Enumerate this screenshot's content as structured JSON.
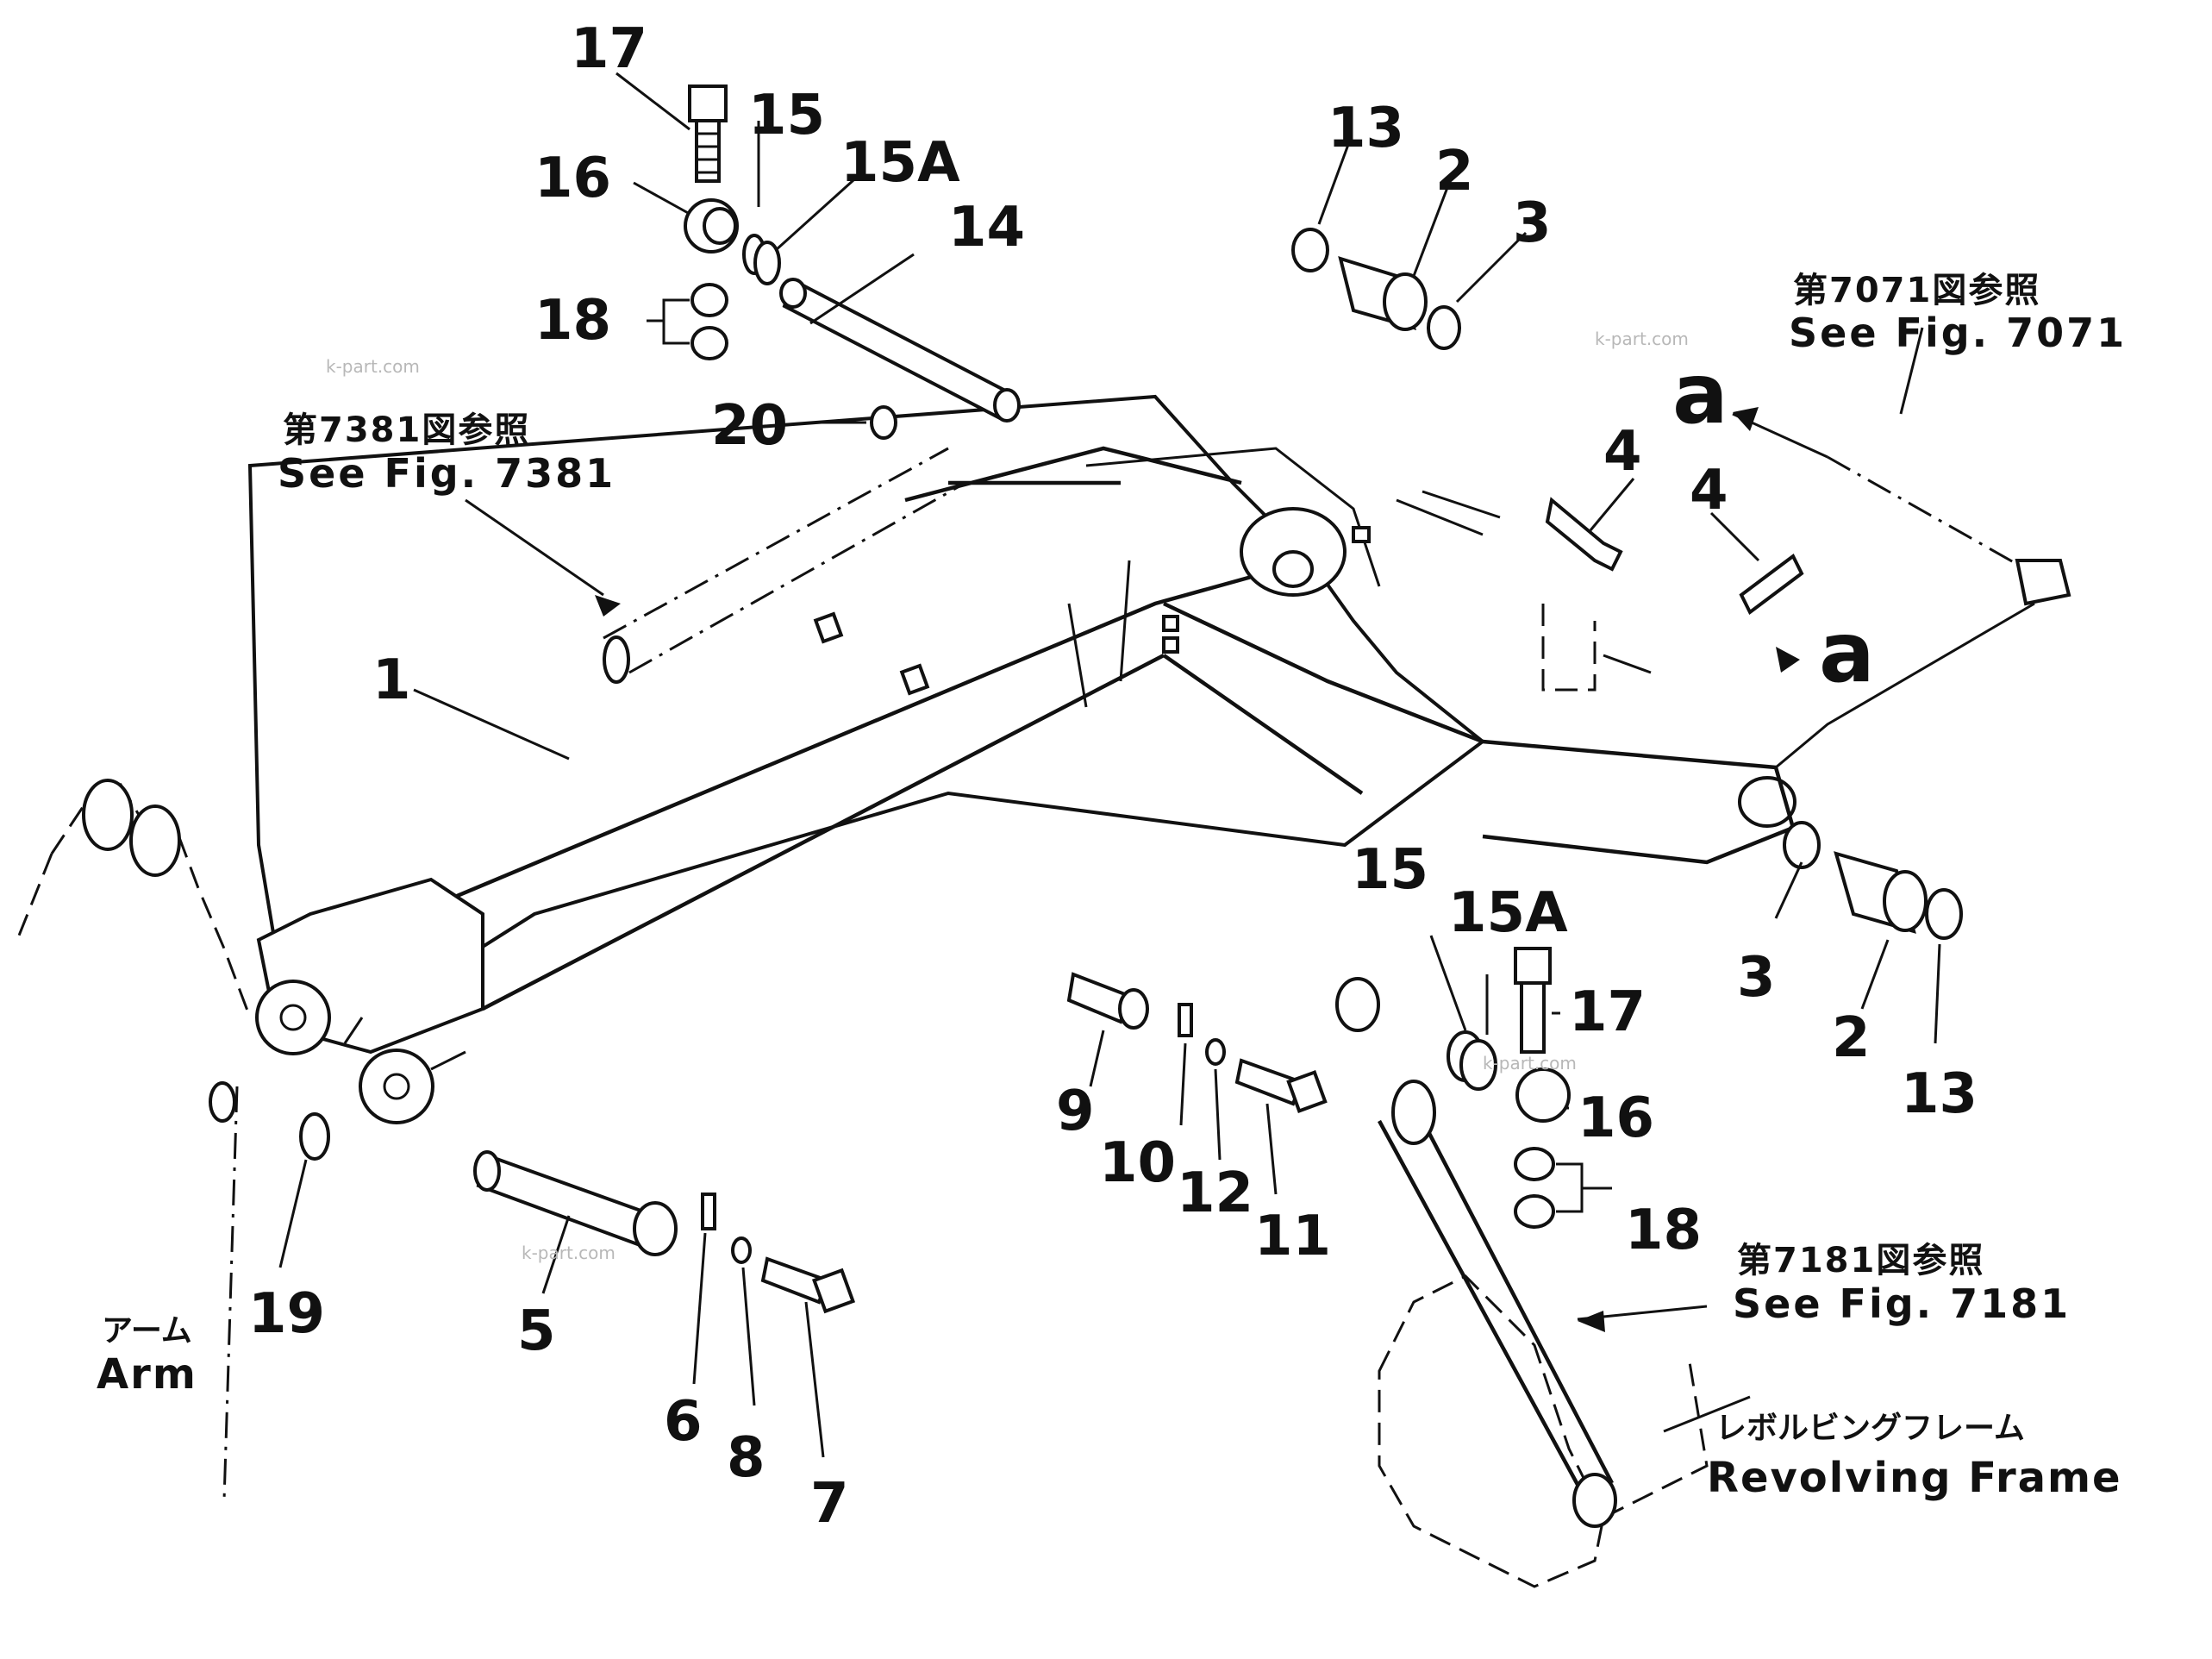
{
  "callouts": {
    "c1": "1",
    "c2a": "2",
    "c2b": "2",
    "c3a": "3",
    "c3b": "3",
    "c4a": "4",
    "c4b": "4",
    "c5": "5",
    "c6": "6",
    "c7": "7",
    "c8": "8",
    "c9": "9",
    "c10": "10",
    "c11": "11",
    "c12": "12",
    "c13a": "13",
    "c13b": "13",
    "c14": "14",
    "c15a": "15",
    "c15b": "15",
    "c15Aa": "15A",
    "c15Ab": "15A",
    "c16a": "16",
    "c16b": "16",
    "c17a": "17",
    "c17b": "17",
    "c18a": "18",
    "c18b": "18",
    "c19": "19",
    "c20": "20"
  },
  "markers": {
    "a_top": "a",
    "a_right": "a"
  },
  "refs": {
    "r7381_jp": "第7381図参照",
    "r7381_en": "See  Fig. 7381",
    "r7071_jp": "第7071図参照",
    "r7071_en": "See  Fig. 7071",
    "r7181_jp": "第7181図参照",
    "r7181_en": "See  Fig. 7181"
  },
  "labels": {
    "arm_jp": "アーム",
    "arm_en": "Arm",
    "frame_jp": "レボルビングフレーム",
    "frame_en": "Revolving  Frame"
  },
  "watermarks": {
    "w1": "k-part.com",
    "w2": "k-part.com",
    "w3": "k-part.com",
    "w4": "k-part.com"
  }
}
